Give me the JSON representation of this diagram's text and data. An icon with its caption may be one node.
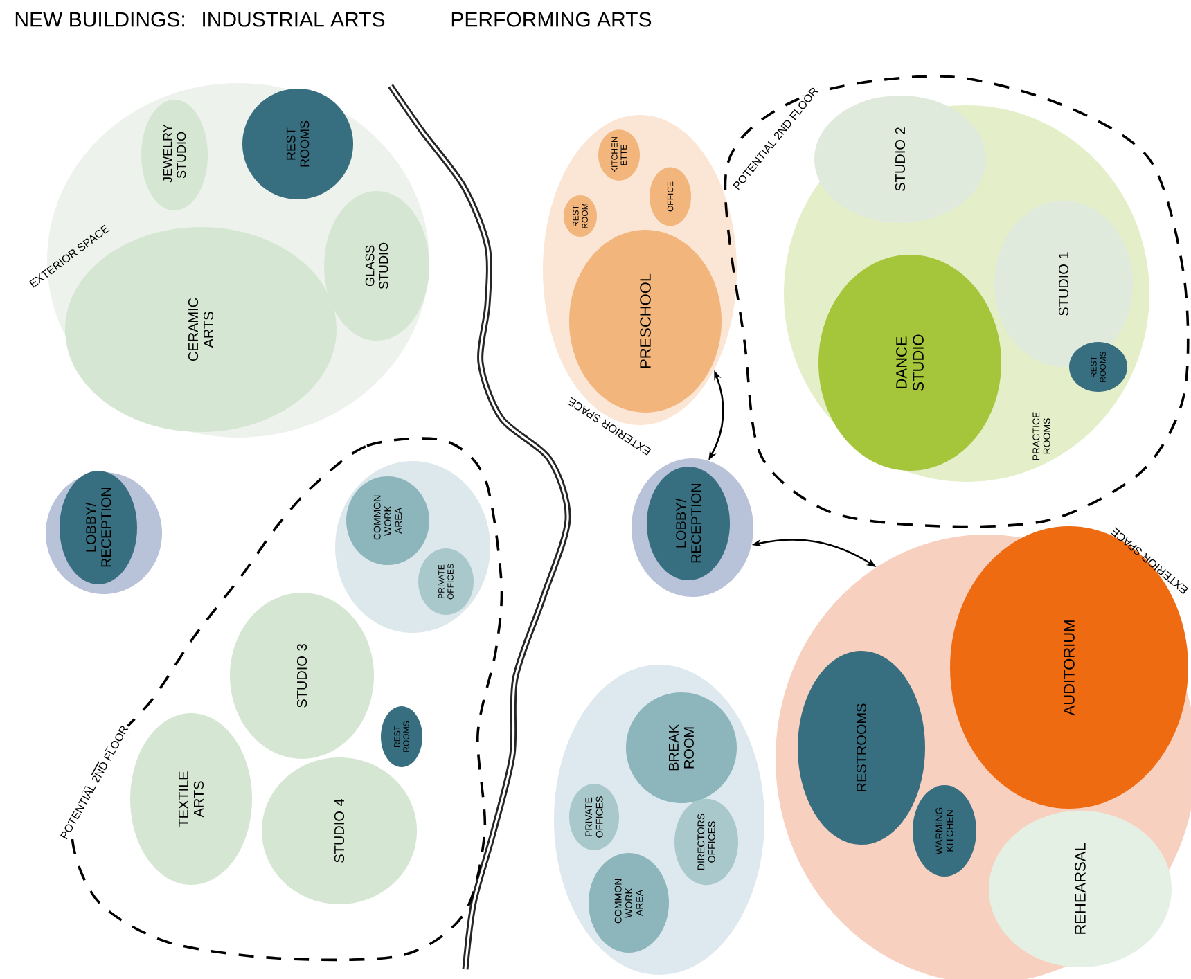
{
  "diagram": {
    "title": "NEW BUILDINGS:",
    "nodes": [
      {
        "text": [],
        "shape": "blob"
      },
      {
        "text": [
          "JEWELRY STUDIO"
        ],
        "in": 0
      },
      {
        "text": [
          "REST ROOMS"
        ],
        "in": 0
      },
      {
        "text": [
          "CERAMIC ARTS"
        ],
        "in": 0
      },
      {
        "text": [
          "GLASS STUDIO"
        ],
        "in": 0
      },
      {
        "text": [],
        "shape": "blob"
      },
      {
        "text": [
          "REST ROOM"
        ],
        "in": 5
      },
      {
        "text": [
          "KITCHEN ETTE"
        ],
        "in": 5
      },
      {
        "text": [
          "OFFICE"
        ],
        "in": 5
      },
      {
        "text": [
          "PRESCHOOL"
        ],
        "in": 5
      },
      {
        "text": [
          "POTENTIAL 2ND FLOOR"
        ]
      },
      {
        "text": [],
        "shape": "blob",
        "in": 10
      },
      {
        "text": [
          "STUDIO 2"
        ],
        "in": 11
      },
      {
        "text": [
          "STUDIO 1"
        ],
        "in": 11
      },
      {
        "text": [
          "DANCE STUDIO"
        ],
        "in": 11
      },
      {
        "text": [
          "REST ROOMS"
        ],
        "in": 11
      },
      {
        "text": [
          "PRACTICE ROOMS"
        ],
        "in": 11
      },
      {
        "text": [],
        "shape": "blob"
      },
      {
        "text": [
          "LOBBY/ RECEPTION"
        ],
        "in": 17
      },
      {
        "text": [
          "POTENTIAL 2ND FLOOR"
        ]
      },
      {
        "text": [],
        "shape": "blob",
        "in": 19
      },
      {
        "text": [
          "COMMON WORK AREA"
        ],
        "in": 20
      },
      {
        "text": [
          "PRIVATE OFFICES"
        ],
        "in": 20
      },
      {
        "text": [
          "STUDIO 3"
        ],
        "in": 19
      },
      {
        "text": [
          "REST ROOMS"
        ],
        "in": 19
      },
      {
        "text": [
          "TEXTILE ARTS"
        ],
        "in": 19
      },
      {
        "text": [
          "STUDIO 4"
        ],
        "in": 19
      },
      {
        "text": [],
        "shape": "blob"
      },
      {
        "text": [
          "LOBBY/ RECEPTION"
        ],
        "in": 27
      },
      {
        "text": [],
        "shape": "blob"
      },
      {
        "text": [
          "AUDITORIUM"
        ],
        "in": 29
      },
      {
        "text": [
          "RESTROOMS"
        ],
        "in": 29
      },
      {
        "text": [
          "WARMING KITCHEN"
        ],
        "in": 29
      },
      {
        "text": [
          "REHEARSAL"
        ],
        "in": 29
      },
      {
        "text": [],
        "shape": "blob"
      },
      {
        "text": [
          "BREAK ROOM"
        ],
        "in": 34
      },
      {
        "text": [
          "PRIVATE OFFICES"
        ],
        "in": 34
      },
      {
        "text": [
          "DIRECTORS OFFICES"
        ],
        "in": 34
      },
      {
        "text": [
          "COMMON WORK AREA"
        ],
        "in": 34
      }
    ],
    "edges": [
      {
        "from": 27,
        "to": 5,
        "arrow": "both"
      },
      {
        "from": 27,
        "to": 29,
        "arrow": "both"
      }
    ],
    "labels": [
      "INDUSTRIAL ARTS",
      "PERFORMING ARTS",
      "EXTERIOR SPACE",
      "EXTERIOR SPACE",
      "EXTERIOR SPACE"
    ]
  }
}
